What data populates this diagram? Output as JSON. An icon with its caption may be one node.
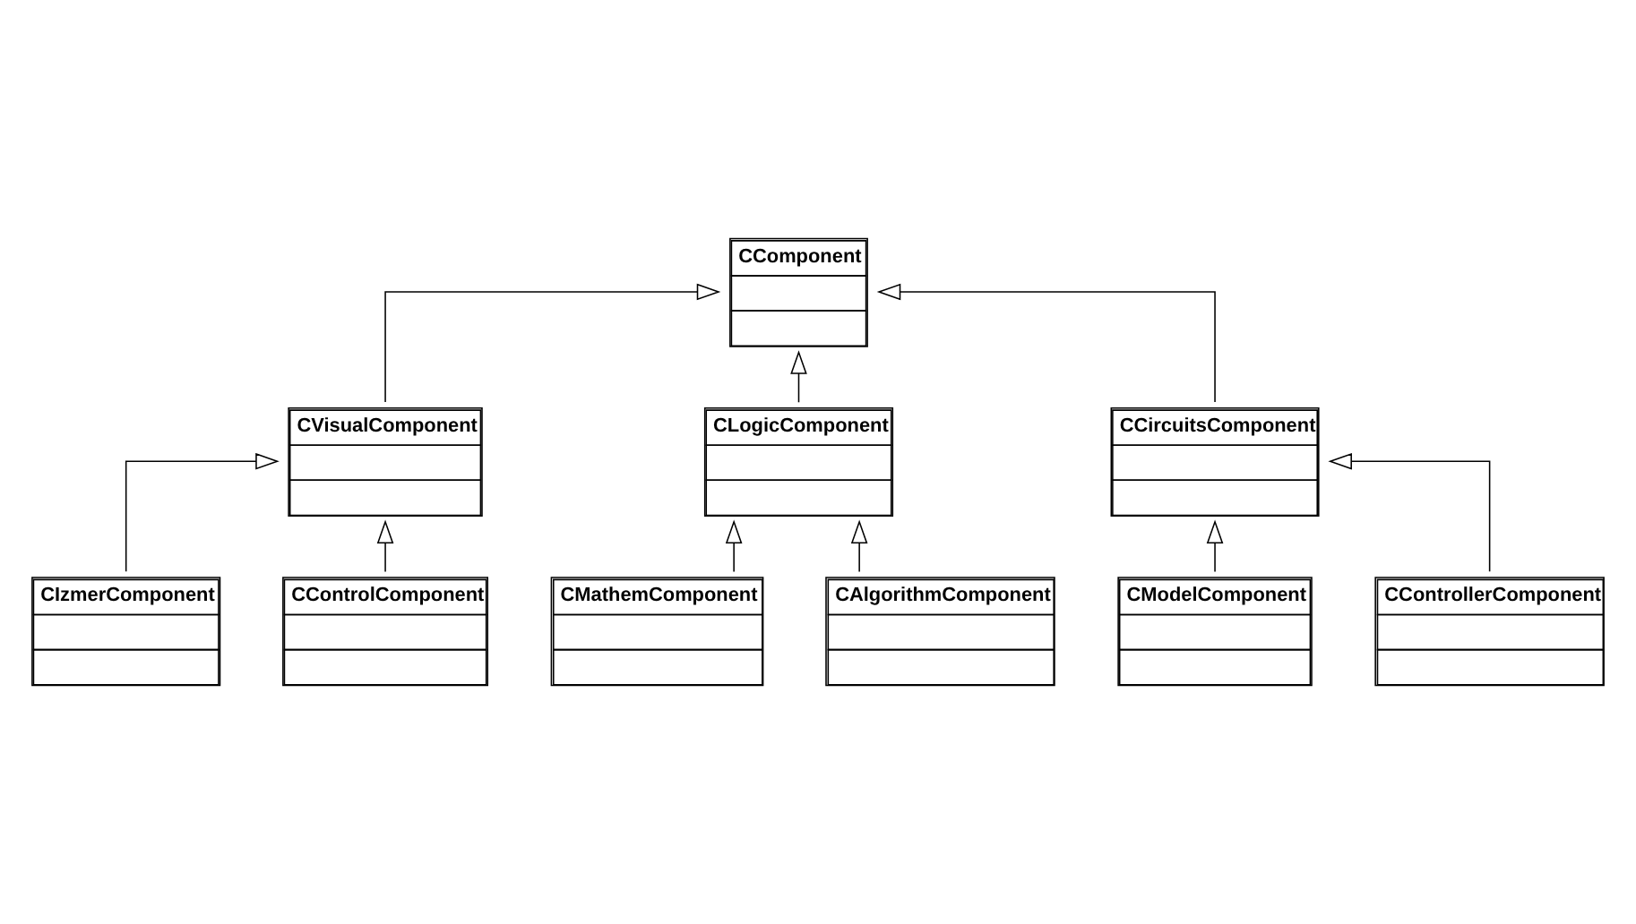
{
  "diagram": {
    "nodes": [
      {
        "text": [
          "CComponent"
        ]
      },
      {
        "text": [
          "CVisualComponent"
        ]
      },
      {
        "text": [
          "CLogicComponent"
        ]
      },
      {
        "text": [
          "CCircuitsComponent"
        ]
      },
      {
        "text": [
          "CIzmerComponent"
        ]
      },
      {
        "text": [
          "CControlComponent"
        ]
      },
      {
        "text": [
          "CMathemComponent"
        ]
      },
      {
        "text": [
          "CAlgorithmComponent"
        ]
      },
      {
        "text": [
          "CModelComponent"
        ]
      },
      {
        "text": [
          "CControllerComponent"
        ]
      }
    ],
    "edges": [
      {
        "from": 1,
        "to": 0,
        "arrow": "to"
      },
      {
        "from": 2,
        "to": 0,
        "arrow": "to"
      },
      {
        "from": 3,
        "to": 0,
        "arrow": "to"
      },
      {
        "from": 4,
        "to": 1,
        "arrow": "to"
      },
      {
        "from": 5,
        "to": 1,
        "arrow": "to"
      },
      {
        "from": 6,
        "to": 2,
        "arrow": "to"
      },
      {
        "from": 7,
        "to": 2,
        "arrow": "to"
      },
      {
        "from": 8,
        "to": 3,
        "arrow": "to"
      },
      {
        "from": 9,
        "to": 3,
        "arrow": "to"
      }
    ]
  }
}
